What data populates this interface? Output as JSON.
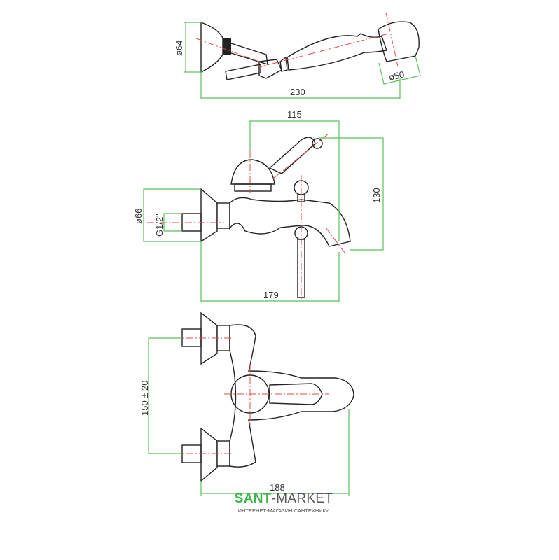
{
  "drawing": {
    "handshower": {
      "diameter_head": "ø64",
      "diameter_spray": "ø50",
      "length": "230"
    },
    "side_view": {
      "top_width": "115",
      "height": "130",
      "flange_diameter": "ø66",
      "thread": "G1/2\"",
      "length": "179"
    },
    "top_view": {
      "center_distance": "150 ± 20",
      "length": "188"
    }
  },
  "logo": {
    "brand_part1": "SANT",
    "brand_part2": "-MARKET",
    "tagline": "ИНТЕРНЕТ-МАГАЗИН САНТЕХНИКИ"
  },
  "colors": {
    "dimension": "#5cc05c",
    "centerline": "#e04848",
    "brand": "#3db54a"
  }
}
